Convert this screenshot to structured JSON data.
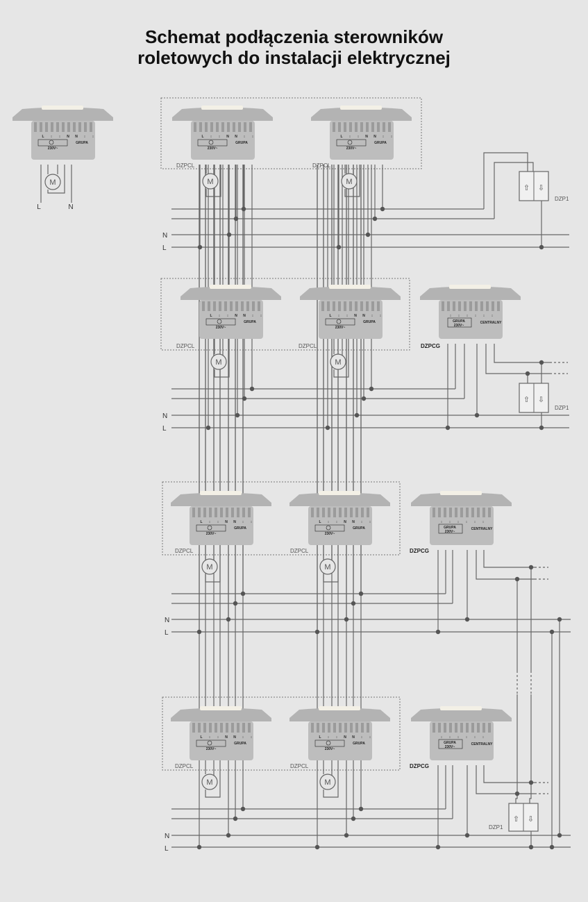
{
  "title": {
    "line1": "Schemat podłączenia sterowników",
    "line2": "roletowych do instalacji elektrycznej"
  },
  "labels": {
    "module_local": "DZPCL",
    "module_central": "DZPCG",
    "switch": "DZP1",
    "neutral": "N",
    "live": "L",
    "motor": "M",
    "group": "GRUPA",
    "central": "CENTRALNY",
    "voltage": "230V~",
    "terminal_l": "L",
    "terminal_n": "N",
    "arrow_up": "⇧",
    "arrow_down": "⇩"
  },
  "colors": {
    "background": "#e6e6e6",
    "wire": "#666666",
    "device_body": "#bdbdbd",
    "device_cap": "#b5b5b5"
  }
}
